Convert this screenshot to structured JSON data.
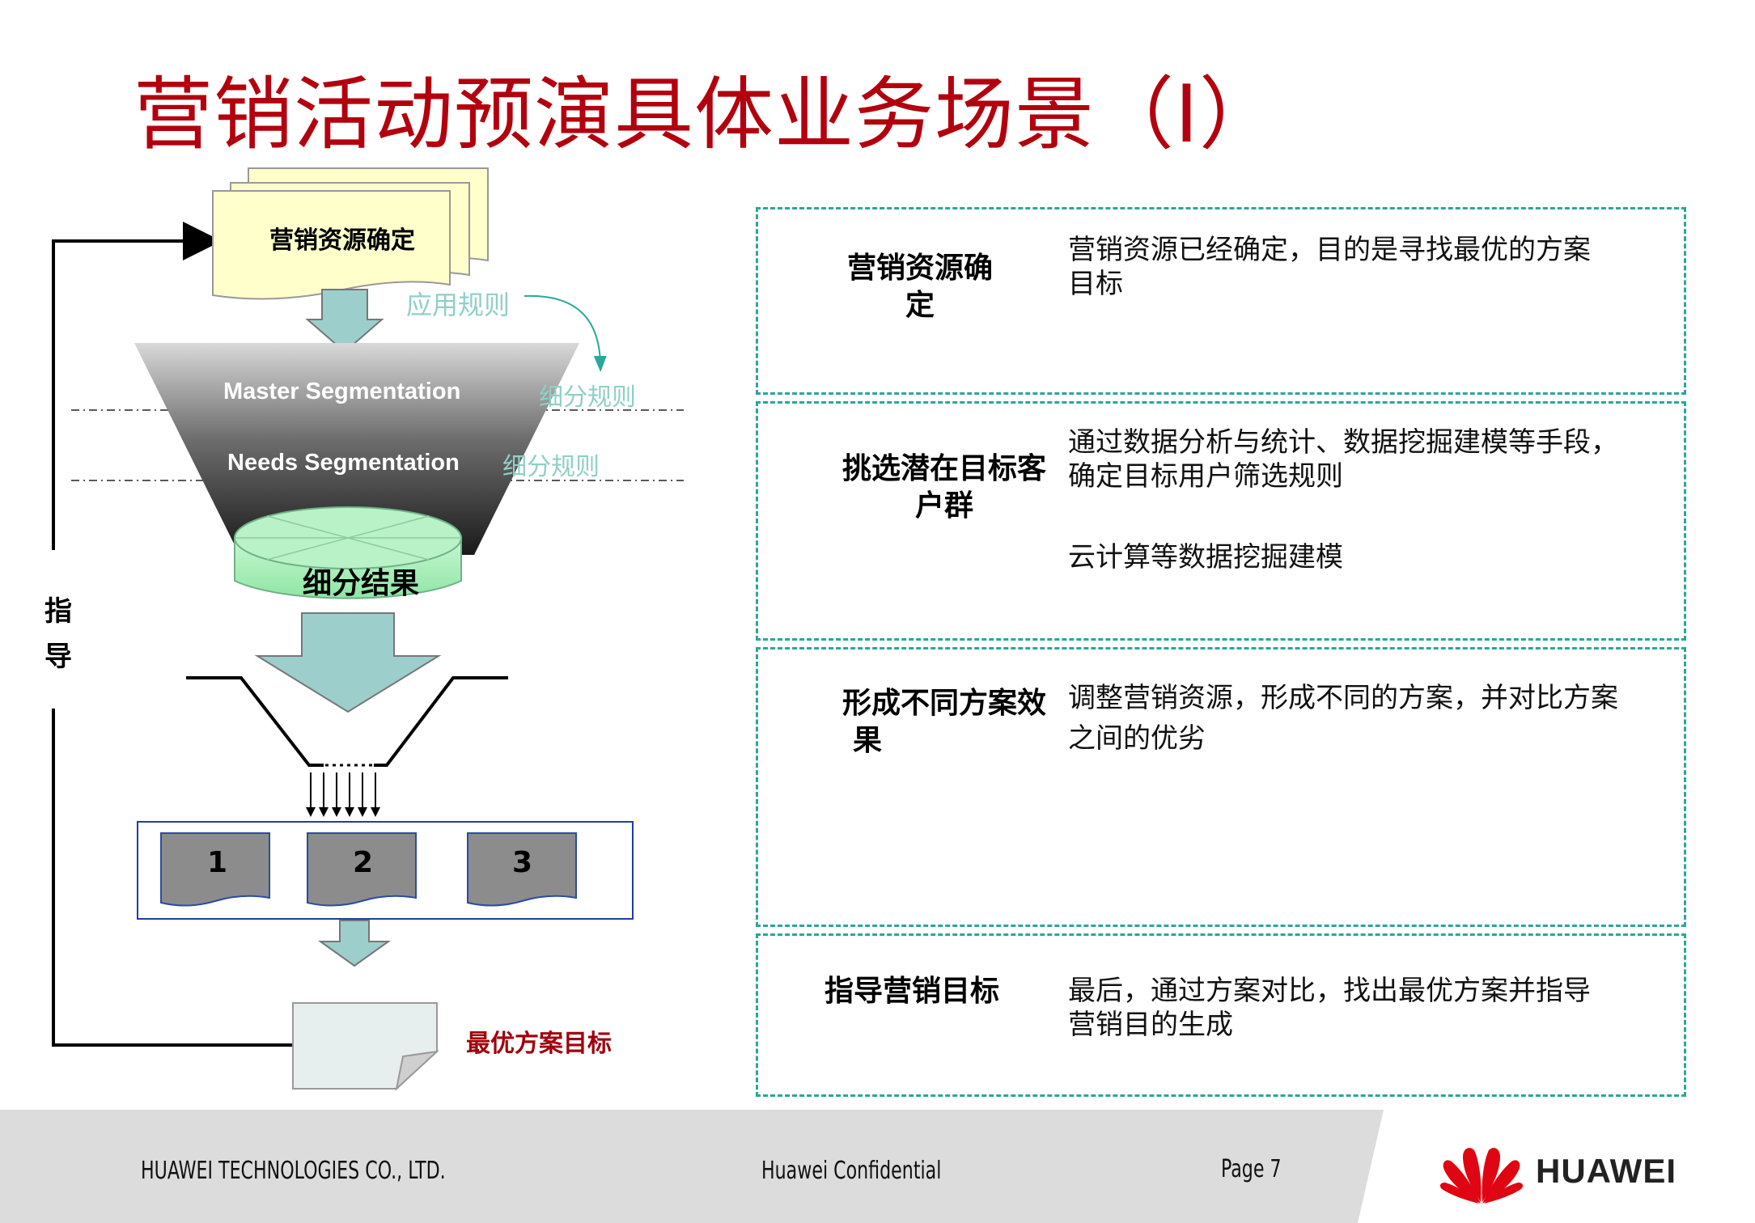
{
  "title": "营销活动预演具体业务场景（I）",
  "diagram": {
    "resource_doc": "营销资源确定",
    "apply_rule": "应用规则",
    "funnel_top": "Master Segmentation",
    "funnel_mid": "Needs Segmentation",
    "sub_rule_1": "细分规则",
    "sub_rule_2": "细分规则",
    "result": "细分结果",
    "guide": [
      "指",
      "导"
    ],
    "plans": [
      "1",
      "2",
      "3"
    ],
    "best_plan": "最优方案目标"
  },
  "steps": [
    {
      "heading": "营销资源确定",
      "lines": [
        "营销资源已经确定，目的是寻找最优的方案",
        "目标"
      ]
    },
    {
      "heading": [
        "挑选潜在目标客",
        "户群"
      ],
      "lines": [
        "通过数据分析与统计、数据挖掘建模等手段，",
        "确定目标用户筛选规则"
      ],
      "extra": "云计算等数据挖掘建模"
    },
    {
      "heading": [
        "形成不同方案效",
        "果"
      ],
      "lines": [
        "调整营销资源，形成不同的方案，并对比方案",
        "之间的优劣"
      ]
    },
    {
      "heading": "指导营销目标",
      "lines": [
        "最后，通过方案对比，找出最优方案并指导",
        "营销目的生成"
      ]
    }
  ],
  "footer": {
    "company": "HUAWEI TECHNOLOGIES CO., LTD.",
    "confidential": "Huawei Confidential",
    "page": "Page 7",
    "logo_text": "HUAWEI"
  },
  "colors": {
    "title": "#b3000e",
    "dashed_border": "#2aa79a",
    "arrow_fill": "#9ccfcc",
    "result_fill": "#a8f0b8"
  }
}
